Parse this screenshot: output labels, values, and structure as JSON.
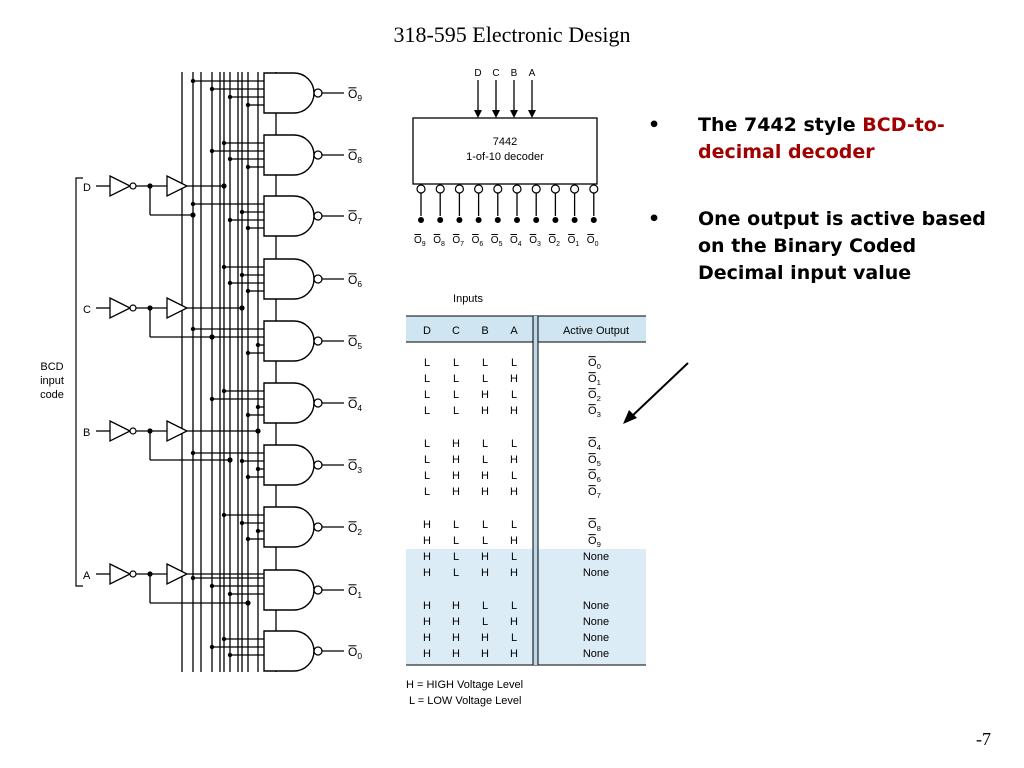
{
  "title": "318-595 Electronic Design",
  "page_number": "-7",
  "bullets": {
    "b1_prefix": "The 7442 style ",
    "b1_highlight": "BCD-to-decimal decoder",
    "b2_text": "One output is active based on the Binary Coded Decimal input value",
    "highlight_color": "#a00000"
  },
  "schematic": {
    "input_group_label": "BCD input code",
    "inputs": [
      "D",
      "C",
      "B",
      "A"
    ],
    "output_prefix": "O",
    "output_indices": [
      "9",
      "8",
      "7",
      "6",
      "5",
      "4",
      "3",
      "2",
      "1",
      "0"
    ]
  },
  "chip": {
    "part": "7442",
    "desc": "1-of-10 decoder",
    "inputs": [
      "D",
      "C",
      "B",
      "A"
    ],
    "outputs": [
      "9",
      "8",
      "7",
      "6",
      "5",
      "4",
      "3",
      "2",
      "1",
      "0"
    ]
  },
  "truth_table": {
    "group_header": "Inputs",
    "headers": [
      "D",
      "C",
      "B",
      "A",
      "Active Output"
    ],
    "rows": [
      [
        "L",
        "L",
        "L",
        "L",
        "0"
      ],
      [
        "L",
        "L",
        "L",
        "H",
        "1"
      ],
      [
        "L",
        "L",
        "H",
        "L",
        "2"
      ],
      [
        "L",
        "L",
        "H",
        "H",
        "3"
      ],
      [
        "L",
        "H",
        "L",
        "L",
        "4"
      ],
      [
        "L",
        "H",
        "L",
        "H",
        "5"
      ],
      [
        "L",
        "H",
        "H",
        "L",
        "6"
      ],
      [
        "L",
        "H",
        "H",
        "H",
        "7"
      ],
      [
        "H",
        "L",
        "L",
        "L",
        "8"
      ],
      [
        "H",
        "L",
        "L",
        "H",
        "9"
      ],
      [
        "H",
        "L",
        "H",
        "L",
        "None"
      ],
      [
        "H",
        "L",
        "H",
        "H",
        "None"
      ],
      [
        "H",
        "H",
        "L",
        "L",
        "None"
      ],
      [
        "H",
        "H",
        "L",
        "H",
        "None"
      ],
      [
        "H",
        "H",
        "H",
        "L",
        "None"
      ],
      [
        "H",
        "H",
        "H",
        "H",
        "None"
      ]
    ],
    "legend_h": "H = HIGH Voltage Level",
    "legend_l": "L = LOW Voltage Level",
    "header_bg": "#cfe6f2",
    "invalid_bg": "#dcecf6"
  }
}
